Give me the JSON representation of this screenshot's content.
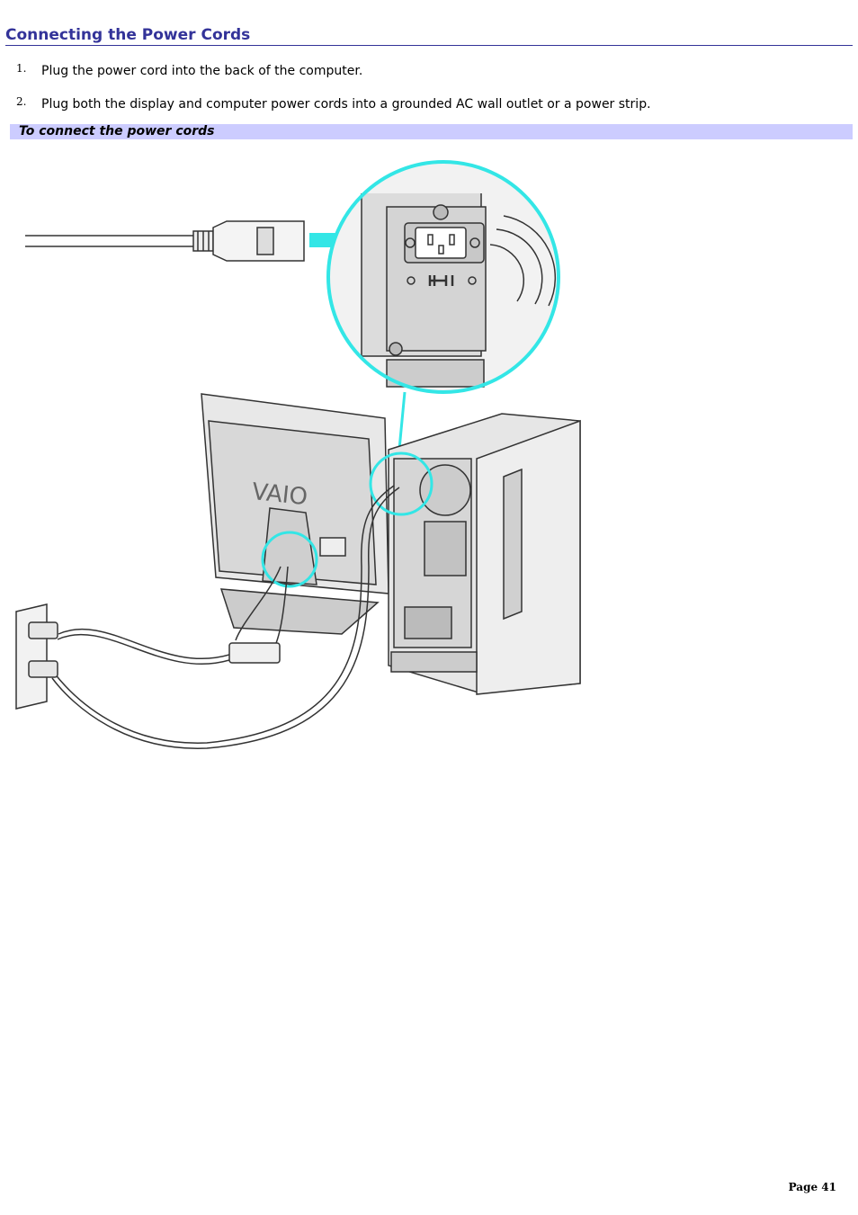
{
  "page": {
    "title": "Connecting the Power Cords",
    "steps": [
      {
        "number": "1.",
        "text": "Plug the power cord into the back of the computer."
      },
      {
        "number": "2.",
        "text": "Plug both the display and computer power cords into a grounded AC wall outlet or a power strip."
      }
    ],
    "figure_caption": "To connect the power cords",
    "figure_logo_text": "VAIO",
    "footer": "Page 41"
  },
  "colors": {
    "title": "#333399",
    "caption_background": "#ccccff",
    "highlight": "#33e6e6"
  },
  "icons": [
    "power-cord-illustration",
    "arrow-right-icon",
    "zoom-circle-icon"
  ]
}
